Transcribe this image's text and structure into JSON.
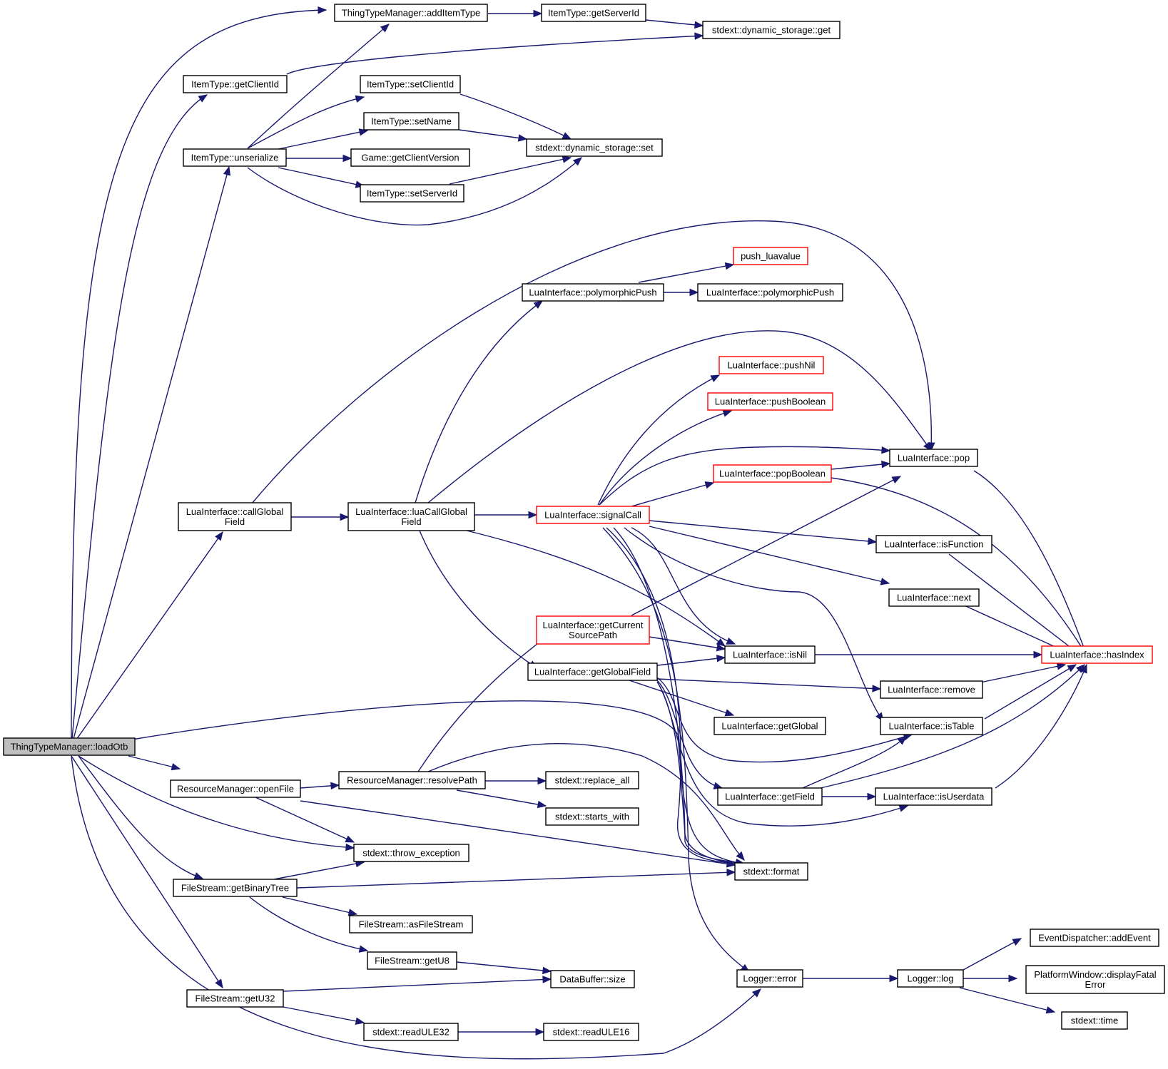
{
  "colors": {
    "edge": "#191970",
    "box_border": "#000000",
    "truncated_border": "#ff0000",
    "root_fill": "#bfbfbf",
    "background": "#ffffff"
  },
  "nodes": [
    {
      "id": "loadOtb",
      "lines": [
        "ThingTypeManager::loadOtb"
      ],
      "style": "root"
    },
    {
      "id": "addItemType",
      "lines": [
        "ThingTypeManager::addItemType"
      ]
    },
    {
      "id": "getServerId",
      "lines": [
        "ItemType::getServerId"
      ]
    },
    {
      "id": "dsGet",
      "lines": [
        "stdext::dynamic_storage::get"
      ]
    },
    {
      "id": "getClientId",
      "lines": [
        "ItemType::getClientId"
      ]
    },
    {
      "id": "setClientId",
      "lines": [
        "ItemType::setClientId"
      ]
    },
    {
      "id": "setName",
      "lines": [
        "ItemType::setName"
      ]
    },
    {
      "id": "unserialize",
      "lines": [
        "ItemType::unserialize"
      ]
    },
    {
      "id": "getClientVersion",
      "lines": [
        "Game::getClientVersion"
      ]
    },
    {
      "id": "dsSet",
      "lines": [
        "stdext::dynamic_storage::set"
      ]
    },
    {
      "id": "setServerId",
      "lines": [
        "ItemType::setServerId"
      ]
    },
    {
      "id": "pushLuavalue",
      "lines": [
        "push_luavalue"
      ],
      "style": "red"
    },
    {
      "id": "polyPush1",
      "lines": [
        "LuaInterface::polymorphicPush"
      ]
    },
    {
      "id": "polyPush2",
      "lines": [
        "LuaInterface::polymorphicPush"
      ]
    },
    {
      "id": "pushNil",
      "lines": [
        "LuaInterface::pushNil"
      ],
      "style": "red"
    },
    {
      "id": "pushBoolean",
      "lines": [
        "LuaInterface::pushBoolean"
      ],
      "style": "red"
    },
    {
      "id": "pop",
      "lines": [
        "LuaInterface::pop"
      ]
    },
    {
      "id": "popBoolean",
      "lines": [
        "LuaInterface::popBoolean"
      ],
      "style": "red"
    },
    {
      "id": "callGlobalField",
      "lines": [
        "LuaInterface::callGlobal",
        "Field"
      ]
    },
    {
      "id": "luaCallGlobalField",
      "lines": [
        "LuaInterface::luaCallGlobal",
        "Field"
      ]
    },
    {
      "id": "signalCall",
      "lines": [
        "LuaInterface::signalCall"
      ],
      "style": "red"
    },
    {
      "id": "isFunction",
      "lines": [
        "LuaInterface::isFunction"
      ]
    },
    {
      "id": "next",
      "lines": [
        "LuaInterface::next"
      ]
    },
    {
      "id": "getCurrentSourcePath",
      "lines": [
        "LuaInterface::getCurrent",
        "SourcePath"
      ],
      "style": "red"
    },
    {
      "id": "hasIndex",
      "lines": [
        "LuaInterface::hasIndex"
      ],
      "style": "red"
    },
    {
      "id": "isNil",
      "lines": [
        "LuaInterface::isNil"
      ]
    },
    {
      "id": "getGlobalField",
      "lines": [
        "LuaInterface::getGlobalField"
      ]
    },
    {
      "id": "remove",
      "lines": [
        "LuaInterface::remove"
      ]
    },
    {
      "id": "getGlobal",
      "lines": [
        "LuaInterface::getGlobal"
      ]
    },
    {
      "id": "isTable",
      "lines": [
        "LuaInterface::isTable"
      ]
    },
    {
      "id": "resolvePath",
      "lines": [
        "ResourceManager::resolvePath"
      ]
    },
    {
      "id": "replaceAll",
      "lines": [
        "stdext::replace_all"
      ]
    },
    {
      "id": "openFile",
      "lines": [
        "ResourceManager::openFile"
      ]
    },
    {
      "id": "getField",
      "lines": [
        "LuaInterface::getField"
      ]
    },
    {
      "id": "isUserdata",
      "lines": [
        "LuaInterface::isUserdata"
      ]
    },
    {
      "id": "startsWith",
      "lines": [
        "stdext::starts_with"
      ]
    },
    {
      "id": "throwException",
      "lines": [
        "stdext::throw_exception"
      ]
    },
    {
      "id": "format",
      "lines": [
        "stdext::format"
      ]
    },
    {
      "id": "getBinaryTree",
      "lines": [
        "FileStream::getBinaryTree"
      ]
    },
    {
      "id": "asFileStream",
      "lines": [
        "FileStream::asFileStream"
      ]
    },
    {
      "id": "addEvent",
      "lines": [
        "EventDispatcher::addEvent"
      ]
    },
    {
      "id": "getU8",
      "lines": [
        "FileStream::getU8"
      ]
    },
    {
      "id": "dbSize",
      "lines": [
        "DataBuffer::size"
      ]
    },
    {
      "id": "getU32",
      "lines": [
        "FileStream::getU32"
      ]
    },
    {
      "id": "loggerError",
      "lines": [
        "Logger::error"
      ]
    },
    {
      "id": "loggerLog",
      "lines": [
        "Logger::log"
      ]
    },
    {
      "id": "displayFatalError",
      "lines": [
        "PlatformWindow::displayFatal",
        "Error"
      ]
    },
    {
      "id": "time",
      "lines": [
        "stdext::time"
      ]
    },
    {
      "id": "readULE32",
      "lines": [
        "stdext::readULE32"
      ]
    },
    {
      "id": "readULE16",
      "lines": [
        "stdext::readULE16"
      ]
    }
  ]
}
